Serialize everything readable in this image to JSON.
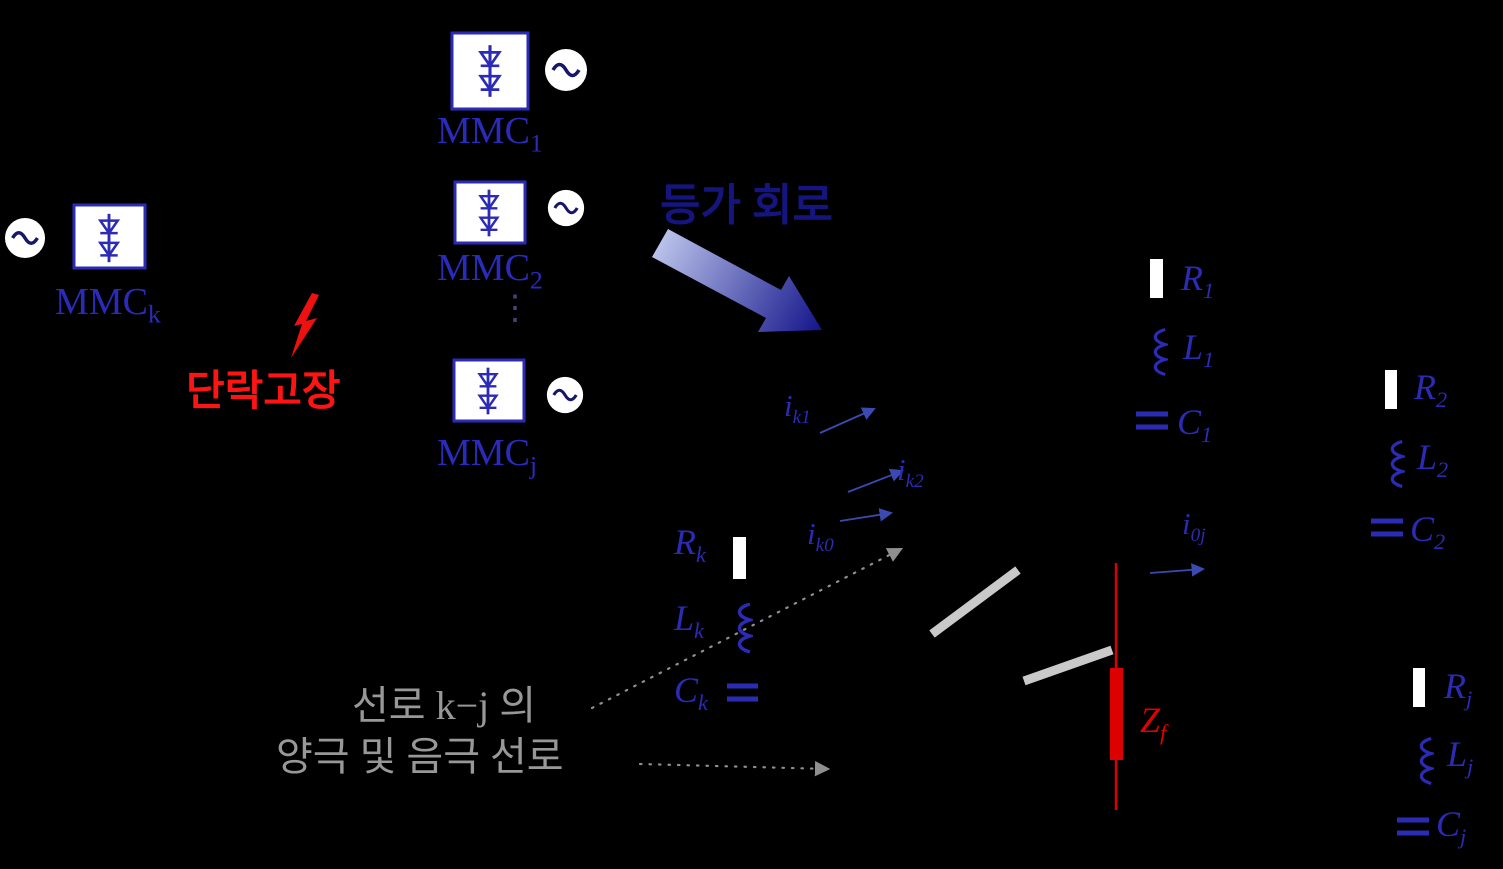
{
  "figure": {
    "description_type": "mmc-hvdc-fault-equivalent-circuit-diagram"
  },
  "colors": {
    "background": "#000000",
    "blue_text": "#2b2bbb",
    "navy_heading": "#15157f",
    "red_text": "#ff1414",
    "fault_red": "#dd0000",
    "gray_text": "#989898",
    "component_white": "#ffffff",
    "inductor_blue": "#2b2bb5",
    "arrow_gradient_start": "#b9c2ea",
    "arrow_gradient_end": "#14148a"
  },
  "mmc": {
    "m1": {
      "name": "MMC",
      "sub": "1"
    },
    "m2": {
      "name": "MMC",
      "sub": "2"
    },
    "mj": {
      "name": "MMC",
      "sub": "j"
    },
    "mk": {
      "name": "MMC",
      "sub": "k"
    }
  },
  "korean": {
    "equivalent_circuit": "등가 회로",
    "short_circuit_fault": "단락고장",
    "line_note_1": "선로 k−j 의",
    "line_note_2": "양극 및 음극 선로"
  },
  "currents": {
    "ik1": {
      "base": "i",
      "sub": "k1"
    },
    "ik2": {
      "base": "i",
      "sub": "k2"
    },
    "ik0": {
      "base": "i",
      "sub": "k0"
    },
    "i0j": {
      "base": "i",
      "sub": "0j"
    }
  },
  "components": {
    "rk": {
      "base": "R",
      "sub": "k"
    },
    "lk": {
      "base": "L",
      "sub": "k"
    },
    "ck": {
      "base": "C",
      "sub": "k"
    },
    "r1": {
      "base": "R",
      "sub": "1"
    },
    "l1": {
      "base": "L",
      "sub": "1"
    },
    "c1": {
      "base": "C",
      "sub": "1"
    },
    "r2": {
      "base": "R",
      "sub": "2"
    },
    "l2": {
      "base": "L",
      "sub": "2"
    },
    "c2": {
      "base": "C",
      "sub": "2"
    },
    "rj": {
      "base": "R",
      "sub": "j"
    },
    "lj": {
      "base": "L",
      "sub": "j"
    },
    "cj": {
      "base": "C",
      "sub": "j"
    }
  },
  "fault_impedance": {
    "base": "Z",
    "sub": "f"
  },
  "icons": {
    "ac_source_glyph": "∼",
    "vertical_dots": "⋮"
  }
}
